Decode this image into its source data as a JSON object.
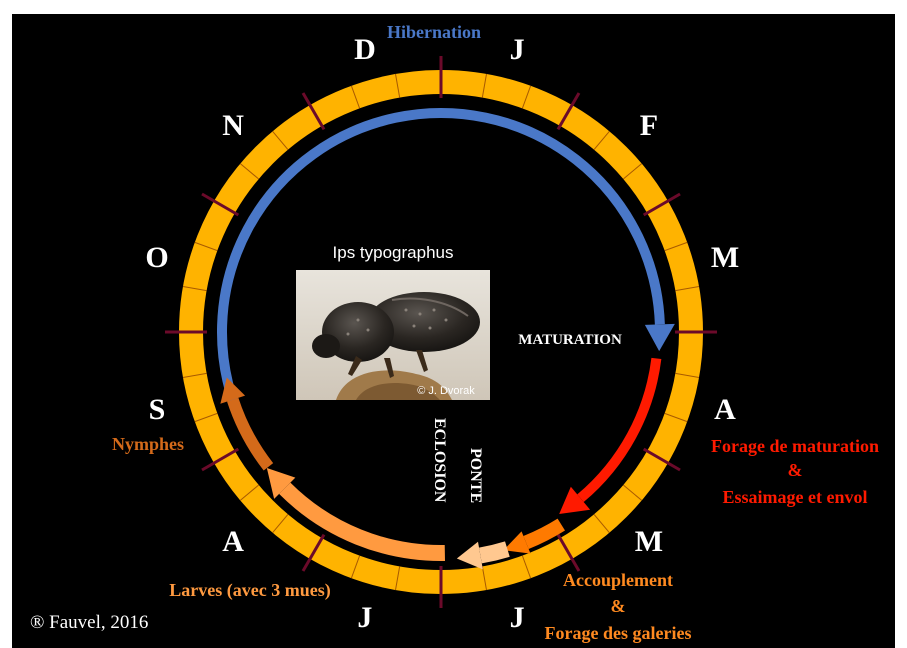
{
  "diagram": {
    "species_label": "Ips typographus",
    "photo_credit": "© J. Dvorak",
    "credit": "® Fauvel, 2016",
    "months": [
      "J",
      "F",
      "M",
      "A",
      "M",
      "J",
      "J",
      "A",
      "S",
      "O",
      "N",
      "D"
    ],
    "phases": {
      "hibernation": "Hibernation",
      "maturation": "MATURATION",
      "forage_maturation": "Forage de maturation",
      "amp1": "&",
      "essaimage": "Essaimage et envol",
      "accouplement": "Accouplement",
      "amp2": "&",
      "forage_galeries": "Forage des galeries",
      "ponte": "PONTE",
      "eclosion": "ECLOSION",
      "larves": "Larves (avec 3 mues)",
      "nymphes": "Nymphes"
    },
    "colors": {
      "ring": "#ffb300",
      "tick": "#6b0a2a",
      "hibernation": "#4a78c8",
      "maturation_feed": "#ff1a00",
      "mating": "#ff7a00",
      "larvae": "#ff9a40",
      "nymphs": "#d46a1a",
      "egg": "#ffc890",
      "white": "#ffffff"
    }
  }
}
